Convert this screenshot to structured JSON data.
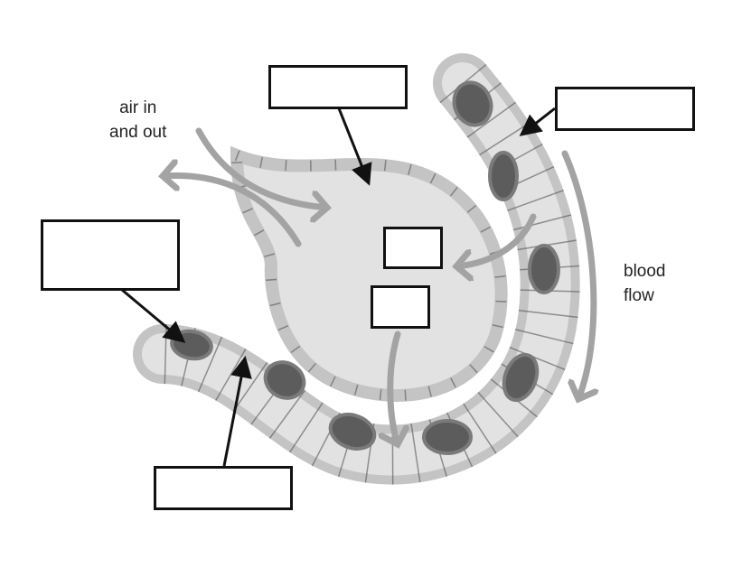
{
  "labels": {
    "air_line1": "air in",
    "air_line2": "and out",
    "blood_line1": "blood",
    "blood_line2": "flow"
  },
  "colors": {
    "tissue": "#e2e2e2",
    "membrane": "#c4c4c4",
    "cell": "#5c5c5c",
    "arrow": "#a3a3a3",
    "pointer": "#111111"
  }
}
